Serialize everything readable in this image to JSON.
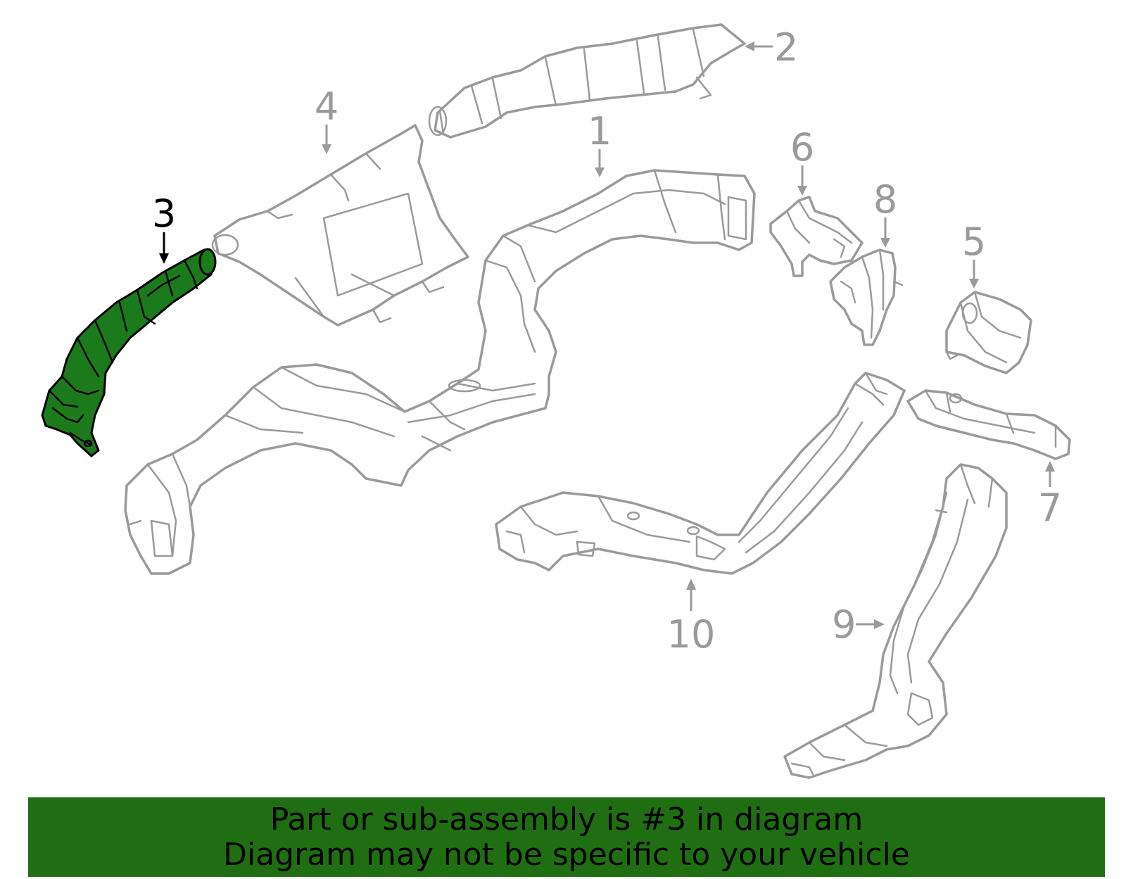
{
  "diagram": {
    "highlight_color": "#1f7a1a",
    "part_outline_color": "#9a9a9a",
    "selected_part": "3",
    "callouts": [
      {
        "id": "c1",
        "label": "1"
      },
      {
        "id": "c2",
        "label": "2"
      },
      {
        "id": "c3",
        "label": "3"
      },
      {
        "id": "c4",
        "label": "4"
      },
      {
        "id": "c5",
        "label": "5"
      },
      {
        "id": "c6",
        "label": "6"
      },
      {
        "id": "c7",
        "label": "7"
      },
      {
        "id": "c8",
        "label": "8"
      },
      {
        "id": "c9",
        "label": "9"
      },
      {
        "id": "c10",
        "label": "10"
      }
    ]
  },
  "banner": {
    "color": "#1f6e12",
    "line1": "Part or sub-assembly is #3 in diagram",
    "line2": "Diagram may not be specific to your vehicle"
  }
}
